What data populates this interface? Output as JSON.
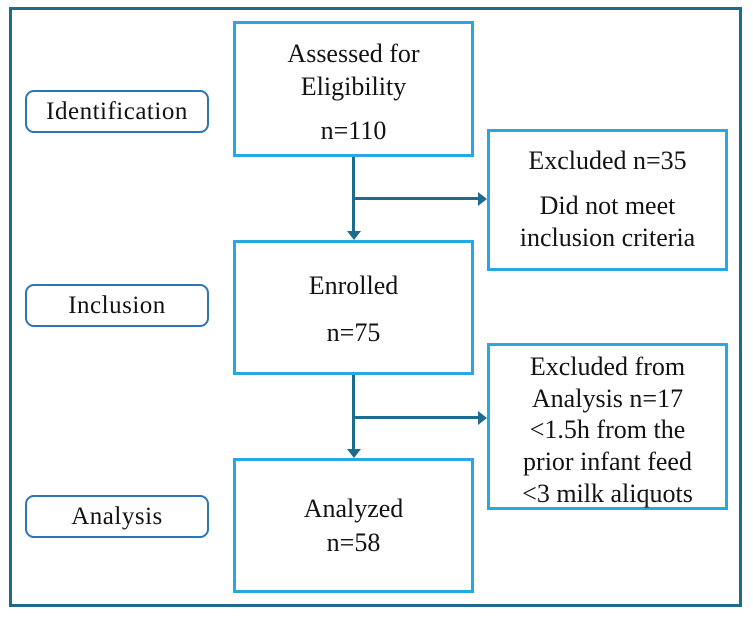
{
  "stages": [
    {
      "label": "Identification"
    },
    {
      "label": "Inclusion"
    },
    {
      "label": "Analysis"
    }
  ],
  "main_boxes": [
    {
      "title": "Assessed for Eligibility",
      "count": "n=110"
    },
    {
      "title": "Enrolled",
      "count": "n=75"
    },
    {
      "title": "Analyzed",
      "count": "n=58"
    }
  ],
  "excluded_boxes": [
    {
      "header": "Excluded n=35",
      "reason": "Did not meet inclusion criteria"
    },
    {
      "lines": [
        "Excluded from",
        "Analysis n=17",
        "<1.5h from the",
        "prior infant feed",
        "<3 milk aliquots"
      ]
    }
  ],
  "colors": {
    "frame": "#1F6B8E",
    "arrow": "#1E6B8E",
    "box_border": "#29A7E1",
    "stage_border": "#2E75B6",
    "text": "#121212"
  }
}
